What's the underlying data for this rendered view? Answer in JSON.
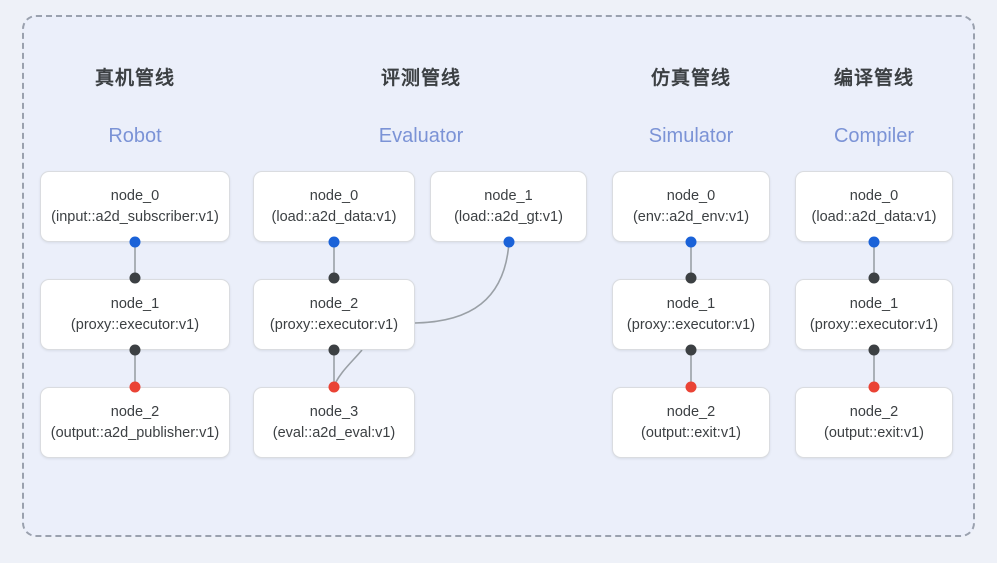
{
  "diagram": {
    "background_color": "#eef1f8",
    "panel_color": "#ebeffa",
    "border_style": "dashed",
    "border_color": "#9aa1ae",
    "accent_color": "#7b93d6",
    "port_colors": {
      "output": "#1a62d8",
      "link": "#3c4043",
      "input": "#ea4335"
    },
    "edge_color": "#9aa0a6"
  },
  "columns": [
    {
      "title_cn": "真机管线",
      "title_en": "Robot",
      "nodes": [
        {
          "name": "node_0",
          "type": "(input::a2d_subscriber:v1)"
        },
        {
          "name": "node_1",
          "type": "(proxy::executor:v1)"
        },
        {
          "name": "node_2",
          "type": "(output::a2d_publisher:v1)"
        }
      ]
    },
    {
      "title_cn": "评测管线",
      "title_en": "Evaluator",
      "nodes": [
        {
          "name": "node_0",
          "type": "(load::a2d_data:v1)"
        },
        {
          "name": "node_1",
          "type": "(load::a2d_gt:v1)"
        },
        {
          "name": "node_2",
          "type": "(proxy::executor:v1)"
        },
        {
          "name": "node_3",
          "type": "(eval::a2d_eval:v1)"
        }
      ]
    },
    {
      "title_cn": "仿真管线",
      "title_en": "Simulator",
      "nodes": [
        {
          "name": "node_0",
          "type": "(env::a2d_env:v1)"
        },
        {
          "name": "node_1",
          "type": "(proxy::executor:v1)"
        },
        {
          "name": "node_2",
          "type": "(output::exit:v1)"
        }
      ]
    },
    {
      "title_cn": "编译管线",
      "title_en": "Compiler",
      "nodes": [
        {
          "name": "node_0",
          "type": "(load::a2d_data:v1)"
        },
        {
          "name": "node_1",
          "type": "(proxy::executor:v1)"
        },
        {
          "name": "node_2",
          "type": "(output::exit:v1)"
        }
      ]
    }
  ]
}
